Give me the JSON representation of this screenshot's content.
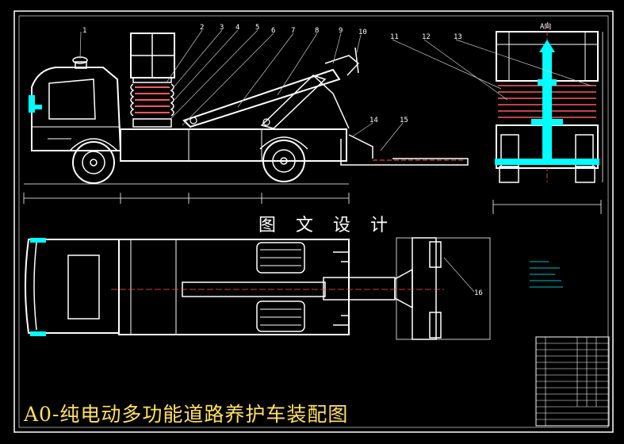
{
  "overlay_text": "图 文 设 计",
  "caption": "A0-纯电动多功能道路养护车装配图",
  "view_label": "A向",
  "colors": {
    "background": "#000000",
    "line": "#ffffff",
    "accent": "#00ffff",
    "section": "#ff5a5a",
    "leader": "#c8c8c8",
    "caption": "#ffe066"
  },
  "part_numbers": [
    "1",
    "2",
    "3",
    "4",
    "5",
    "6",
    "7",
    "8",
    "9",
    "10",
    "11",
    "12",
    "13",
    "14",
    "15",
    "16"
  ]
}
